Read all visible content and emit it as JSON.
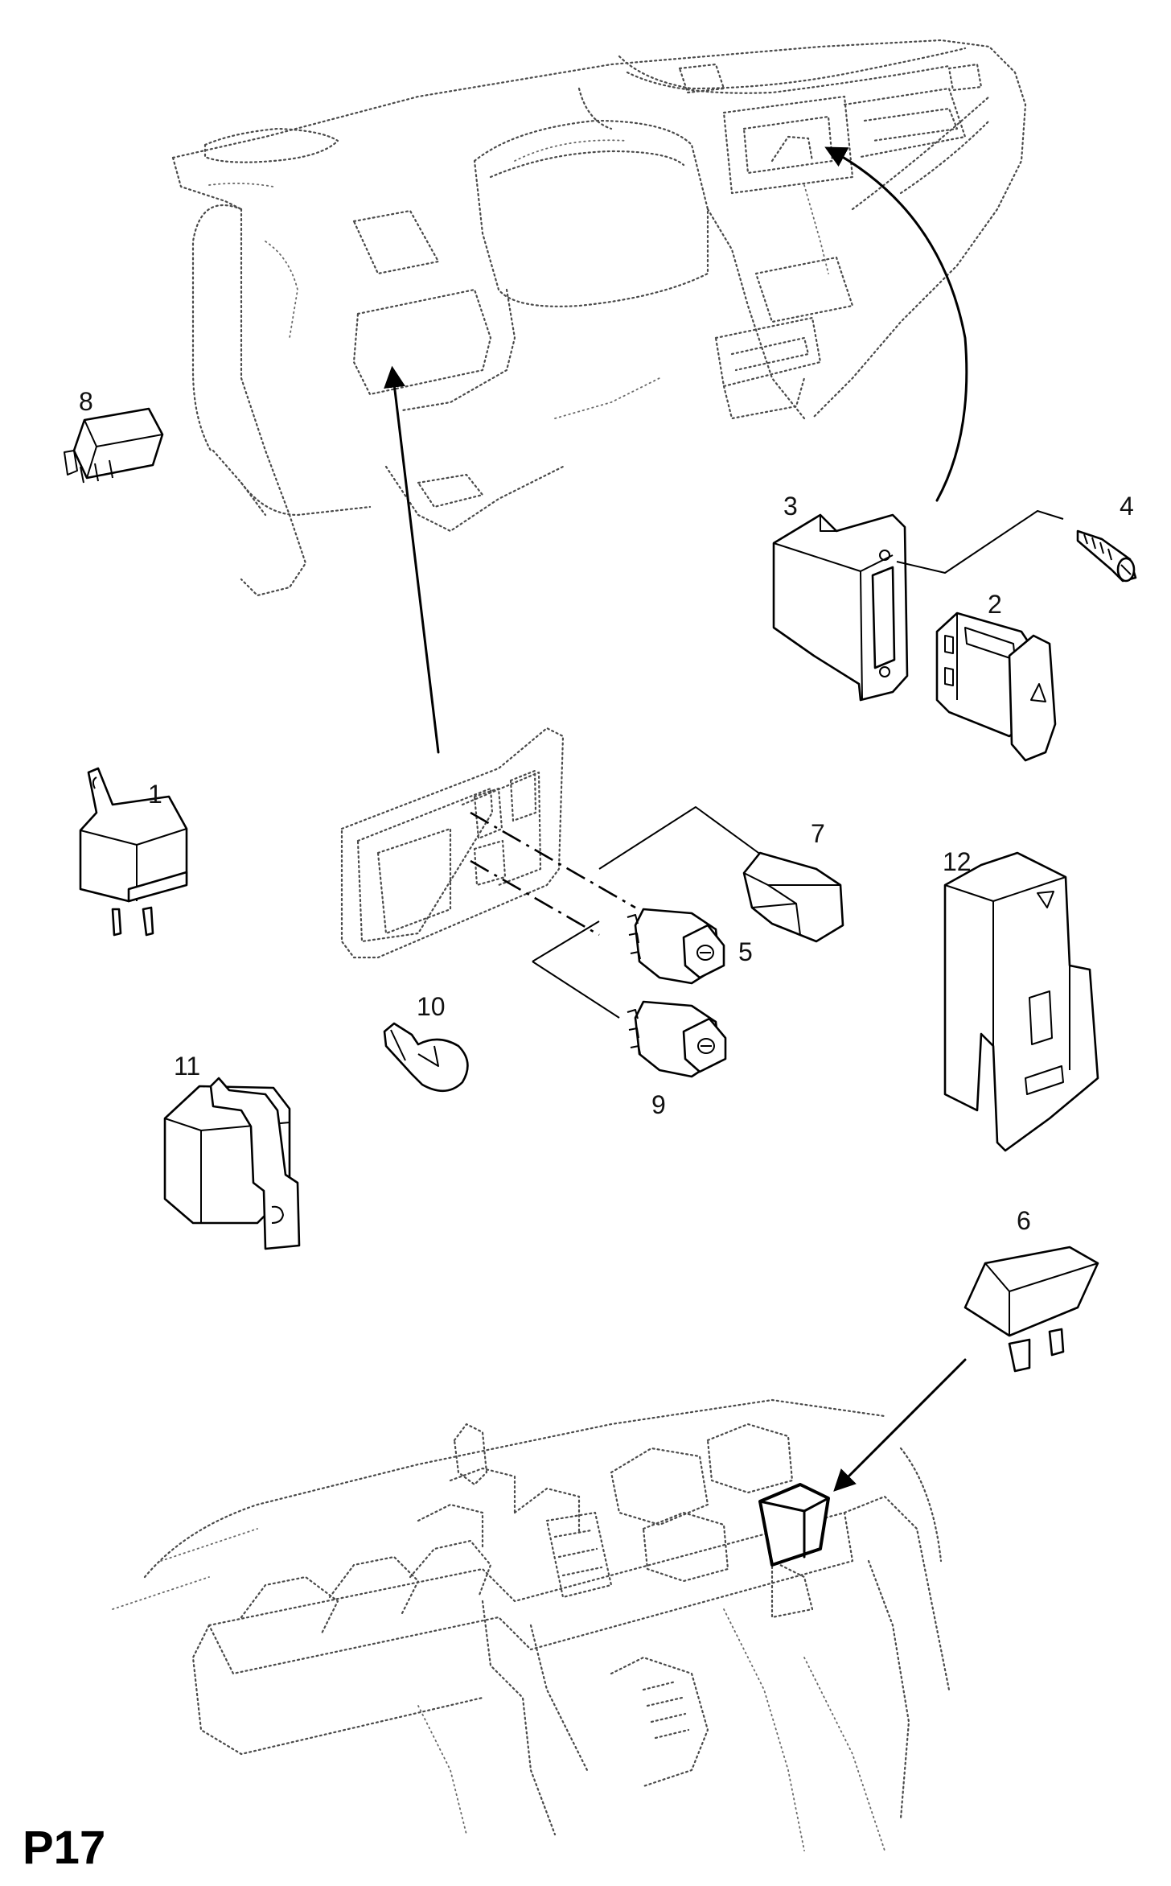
{
  "figure": {
    "page_code": "P17"
  },
  "callouts": {
    "c1": "1",
    "c2": "2",
    "c3": "3",
    "c4": "4",
    "c5": "5",
    "c6": "6",
    "c7": "7",
    "c8": "8",
    "c9": "9",
    "c10": "10",
    "c11": "11",
    "c12": "12"
  },
  "colors": {
    "line": "#000000",
    "dotted_outline": "#4a4a4a",
    "background": "#ffffff"
  }
}
